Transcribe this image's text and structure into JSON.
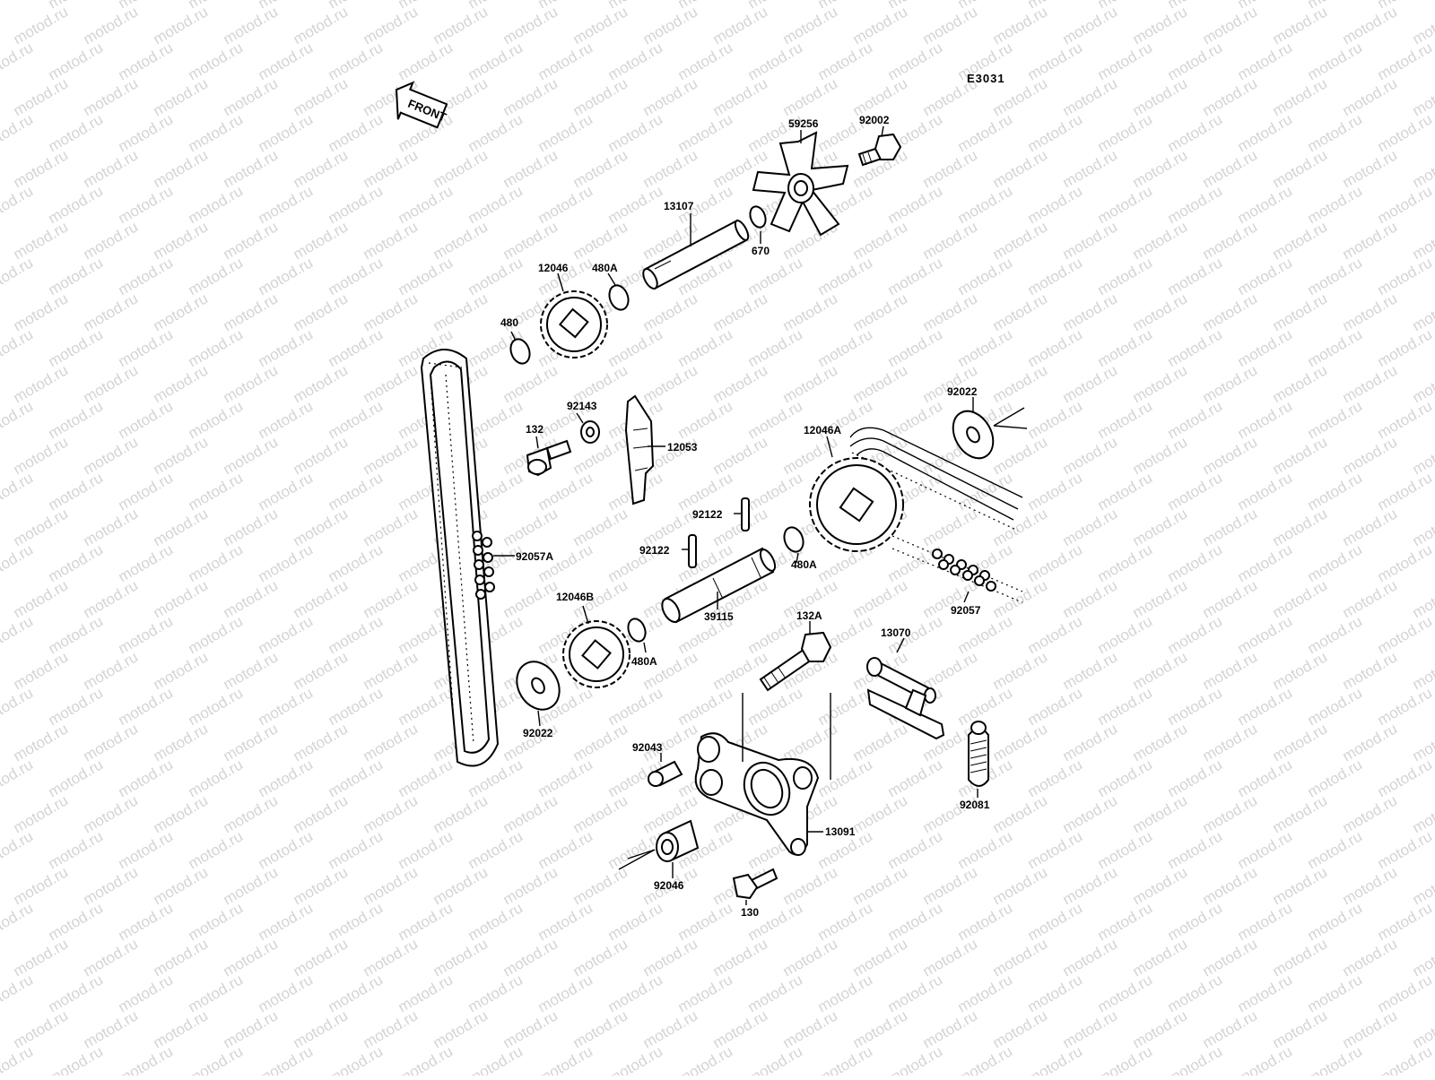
{
  "diagram": {
    "code": "E3031",
    "front_label": "FRONT",
    "watermark": "motod.ru",
    "parts": {
      "p59256": "59256",
      "p92002": "92002",
      "p13107": "13107",
      "p670": "670",
      "p12046": "12046",
      "p480A_top": "480A",
      "p480": "480",
      "p92143": "92143",
      "p12053": "12053",
      "p132": "132",
      "p92022_right": "92022",
      "p12046A": "12046A",
      "p92122_a": "92122",
      "p92122_b": "92122",
      "p480A_mid": "480A",
      "p92057A": "92057A",
      "p92057": "92057",
      "p39115": "39115",
      "p12046B": "12046B",
      "p480A_low": "480A",
      "p132A": "132A",
      "p13070": "13070",
      "p92022_left": "92022",
      "p92043": "92043",
      "p92081": "92081",
      "p13091": "13091",
      "p92046": "92046",
      "p130": "130"
    }
  }
}
